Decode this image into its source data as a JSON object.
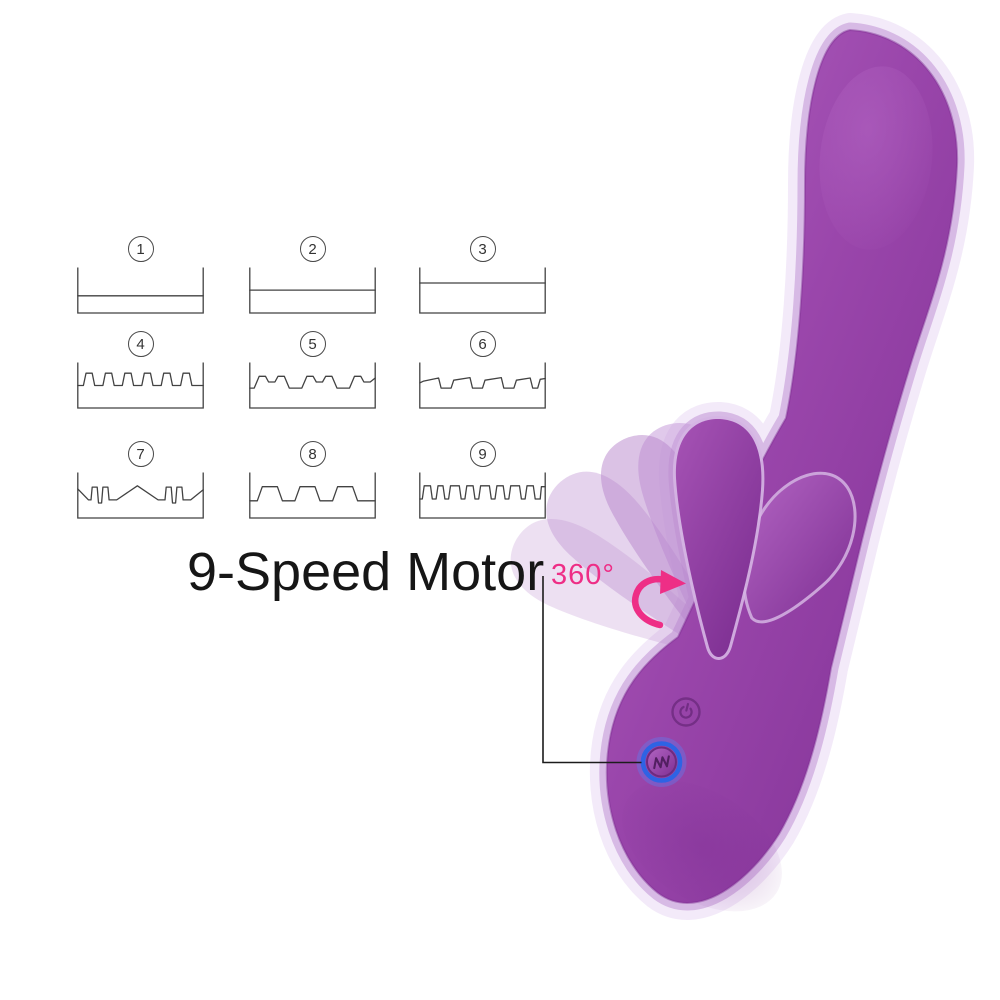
{
  "headline": {
    "text": "9-Speed Motor"
  },
  "rotation_annotation": {
    "text": "360°"
  },
  "speed_patterns": {
    "description_icon": "waveform-diagram",
    "items": [
      {
        "number": "1",
        "waveform": [
          [
            0,
            0.62
          ],
          [
            1,
            0.62
          ]
        ]
      },
      {
        "number": "2",
        "waveform": [
          [
            0,
            0.49
          ],
          [
            1,
            0.49
          ]
        ]
      },
      {
        "number": "3",
        "waveform": [
          [
            0,
            0.33
          ],
          [
            1,
            0.33
          ]
        ]
      },
      {
        "number": "4",
        "waveform": [
          [
            0,
            0.5
          ],
          [
            0.045,
            0.5
          ],
          [
            0.065,
            0.22
          ],
          [
            0.115,
            0.22
          ],
          [
            0.135,
            0.5
          ],
          [
            0.2,
            0.5
          ],
          [
            0.22,
            0.22
          ],
          [
            0.27,
            0.22
          ],
          [
            0.29,
            0.5
          ],
          [
            0.355,
            0.5
          ],
          [
            0.375,
            0.22
          ],
          [
            0.425,
            0.22
          ],
          [
            0.445,
            0.5
          ],
          [
            0.51,
            0.5
          ],
          [
            0.53,
            0.22
          ],
          [
            0.58,
            0.22
          ],
          [
            0.6,
            0.5
          ],
          [
            0.665,
            0.5
          ],
          [
            0.685,
            0.22
          ],
          [
            0.735,
            0.22
          ],
          [
            0.755,
            0.5
          ],
          [
            0.82,
            0.5
          ],
          [
            0.84,
            0.22
          ],
          [
            0.89,
            0.22
          ],
          [
            0.91,
            0.5
          ],
          [
            1,
            0.5
          ]
        ]
      },
      {
        "number": "5",
        "waveform": [
          [
            0,
            0.56
          ],
          [
            0.035,
            0.56
          ],
          [
            0.075,
            0.29
          ],
          [
            0.125,
            0.29
          ],
          [
            0.15,
            0.42
          ],
          [
            0.2,
            0.42
          ],
          [
            0.225,
            0.29
          ],
          [
            0.275,
            0.29
          ],
          [
            0.315,
            0.56
          ],
          [
            0.415,
            0.56
          ],
          [
            0.455,
            0.29
          ],
          [
            0.505,
            0.29
          ],
          [
            0.53,
            0.42
          ],
          [
            0.58,
            0.42
          ],
          [
            0.605,
            0.29
          ],
          [
            0.655,
            0.29
          ],
          [
            0.695,
            0.56
          ],
          [
            0.795,
            0.56
          ],
          [
            0.835,
            0.29
          ],
          [
            0.885,
            0.29
          ],
          [
            0.91,
            0.42
          ],
          [
            0.96,
            0.42
          ],
          [
            1,
            0.33
          ]
        ]
      },
      {
        "number": "6",
        "waveform": [
          [
            0,
            0.44
          ],
          [
            0.03,
            0.4
          ],
          [
            0.15,
            0.33
          ],
          [
            0.17,
            0.56
          ],
          [
            0.25,
            0.56
          ],
          [
            0.27,
            0.38
          ],
          [
            0.4,
            0.32
          ],
          [
            0.42,
            0.56
          ],
          [
            0.5,
            0.56
          ],
          [
            0.52,
            0.38
          ],
          [
            0.65,
            0.32
          ],
          [
            0.67,
            0.56
          ],
          [
            0.75,
            0.56
          ],
          [
            0.77,
            0.38
          ],
          [
            0.88,
            0.33
          ],
          [
            0.9,
            0.56
          ],
          [
            0.94,
            0.56
          ],
          [
            0.96,
            0.36
          ],
          [
            1,
            0.34
          ]
        ]
      },
      {
        "number": "7",
        "waveform": [
          [
            0,
            0.35
          ],
          [
            0.085,
            0.6
          ],
          [
            0.105,
            0.6
          ],
          [
            0.115,
            0.31
          ],
          [
            0.155,
            0.31
          ],
          [
            0.165,
            0.67
          ],
          [
            0.19,
            0.67
          ],
          [
            0.2,
            0.31
          ],
          [
            0.24,
            0.31
          ],
          [
            0.25,
            0.6
          ],
          [
            0.31,
            0.6
          ],
          [
            0.475,
            0.28
          ],
          [
            0.64,
            0.6
          ],
          [
            0.695,
            0.6
          ],
          [
            0.705,
            0.31
          ],
          [
            0.745,
            0.31
          ],
          [
            0.755,
            0.67
          ],
          [
            0.78,
            0.67
          ],
          [
            0.79,
            0.31
          ],
          [
            0.83,
            0.31
          ],
          [
            0.84,
            0.6
          ],
          [
            0.9,
            0.6
          ],
          [
            1,
            0.37
          ]
        ]
      },
      {
        "number": "8",
        "waveform": [
          [
            0,
            0.62
          ],
          [
            0.06,
            0.62
          ],
          [
            0.1,
            0.3
          ],
          [
            0.22,
            0.3
          ],
          [
            0.26,
            0.62
          ],
          [
            0.36,
            0.62
          ],
          [
            0.4,
            0.3
          ],
          [
            0.52,
            0.3
          ],
          [
            0.56,
            0.62
          ],
          [
            0.66,
            0.62
          ],
          [
            0.7,
            0.3
          ],
          [
            0.82,
            0.3
          ],
          [
            0.86,
            0.62
          ],
          [
            1,
            0.62
          ]
        ]
      },
      {
        "number": "9",
        "waveform": [
          [
            0,
            0.58
          ],
          [
            0.02,
            0.58
          ],
          [
            0.035,
            0.28
          ],
          [
            0.085,
            0.28
          ],
          [
            0.1,
            0.58
          ],
          [
            0.13,
            0.58
          ],
          [
            0.145,
            0.28
          ],
          [
            0.185,
            0.28
          ],
          [
            0.2,
            0.58
          ],
          [
            0.23,
            0.58
          ],
          [
            0.245,
            0.28
          ],
          [
            0.315,
            0.28
          ],
          [
            0.33,
            0.58
          ],
          [
            0.36,
            0.58
          ],
          [
            0.375,
            0.28
          ],
          [
            0.425,
            0.28
          ],
          [
            0.44,
            0.58
          ],
          [
            0.47,
            0.58
          ],
          [
            0.485,
            0.28
          ],
          [
            0.555,
            0.28
          ],
          [
            0.57,
            0.58
          ],
          [
            0.6,
            0.58
          ],
          [
            0.615,
            0.28
          ],
          [
            0.665,
            0.28
          ],
          [
            0.68,
            0.58
          ],
          [
            0.71,
            0.58
          ],
          [
            0.725,
            0.28
          ],
          [
            0.795,
            0.28
          ],
          [
            0.81,
            0.58
          ],
          [
            0.84,
            0.58
          ],
          [
            0.855,
            0.28
          ],
          [
            0.905,
            0.28
          ],
          [
            0.92,
            0.58
          ],
          [
            0.96,
            0.58
          ],
          [
            0.97,
            0.3
          ],
          [
            1,
            0.3
          ]
        ]
      }
    ]
  },
  "product": {
    "buttons": [
      {
        "icon": "power-icon"
      },
      {
        "icon": "vibration-wave-icon",
        "highlight": "blue-ring"
      }
    ]
  },
  "colors": {
    "text_primary": "#161616",
    "accent_pink": "#ee2e86",
    "pattern_stroke": "#424242",
    "body_light": "#b264c2",
    "body_mid": "#9a46ab",
    "body_dark": "#7e2f93",
    "ear_light": "#a653b5",
    "ear_dark": "#7c2e91",
    "ghost_purple": "#b886cc",
    "ghost_near": "#c79ddb",
    "halo_inner": "#d5b5e3",
    "halo_outer": "#efe4f7",
    "button_edge": "#6e2b80",
    "button_glyph": "#521f61",
    "highlight_blue": "#2e63e4",
    "blue_glow": "rgba(90,130,245,0.38)",
    "connector": "#1c1c1c"
  }
}
